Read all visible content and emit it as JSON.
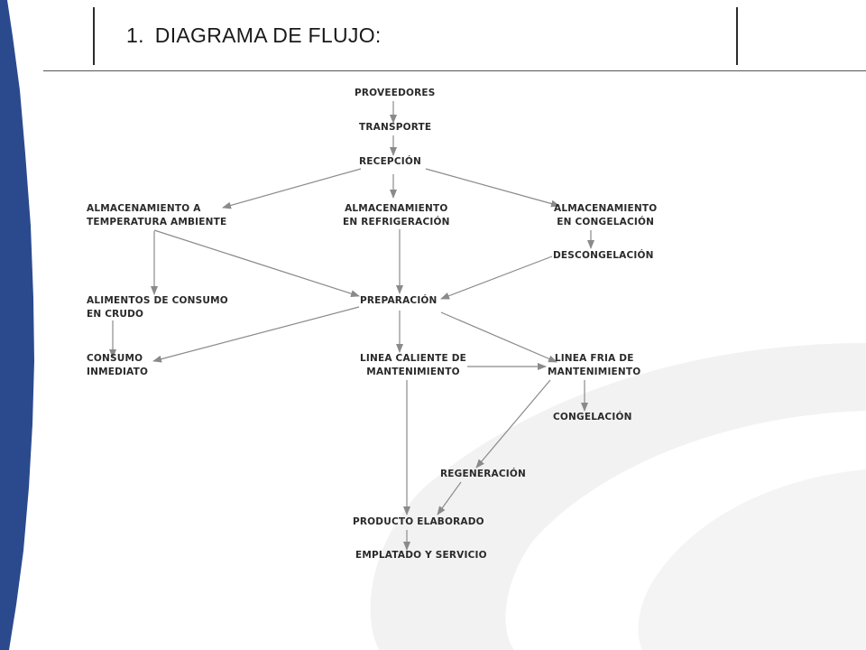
{
  "header": {
    "number": "1.",
    "title": "DIAGRAMA DE FLUJO:"
  },
  "nodes": {
    "proveedores": "PROVEEDORES",
    "transporte": "TRANSPORTE",
    "recepcion": "RECEPCIÓN",
    "alm_ambiente": [
      "ALMACENAMIENTO A",
      "TEMPERATURA AMBIENTE"
    ],
    "alm_refrigeracion": [
      "ALMACENAMIENTO",
      "EN REFRIGERACIÓN"
    ],
    "alm_congelacion": [
      "ALMACENAMIENTO",
      "EN CONGELACIÓN"
    ],
    "descongelacion": "DESCONGELACIÓN",
    "alimentos_crudo": [
      "ALIMENTOS DE CONSUMO",
      "EN CRUDO"
    ],
    "preparacion": "PREPARACIÓN",
    "consumo_inmediato": [
      "CONSUMO",
      "INMEDIATO"
    ],
    "linea_caliente": [
      "LINEA CALIENTE DE",
      "MANTENIMIENTO"
    ],
    "linea_fria": [
      "LINEA FRIA DE",
      "MANTENIMIENTO"
    ],
    "congelacion": "CONGELACIÓN",
    "regeneracion": "REGENERACIÓN",
    "producto_elaborado": "PRODUCTO ELABORADO",
    "emplatado": "EMPLATADO Y SERVICIO"
  },
  "colors": {
    "sidebar_blue": "#2b4a8e",
    "arrow_gray": "#8a8a8a",
    "watermark_gray": "#f1f1f1"
  }
}
